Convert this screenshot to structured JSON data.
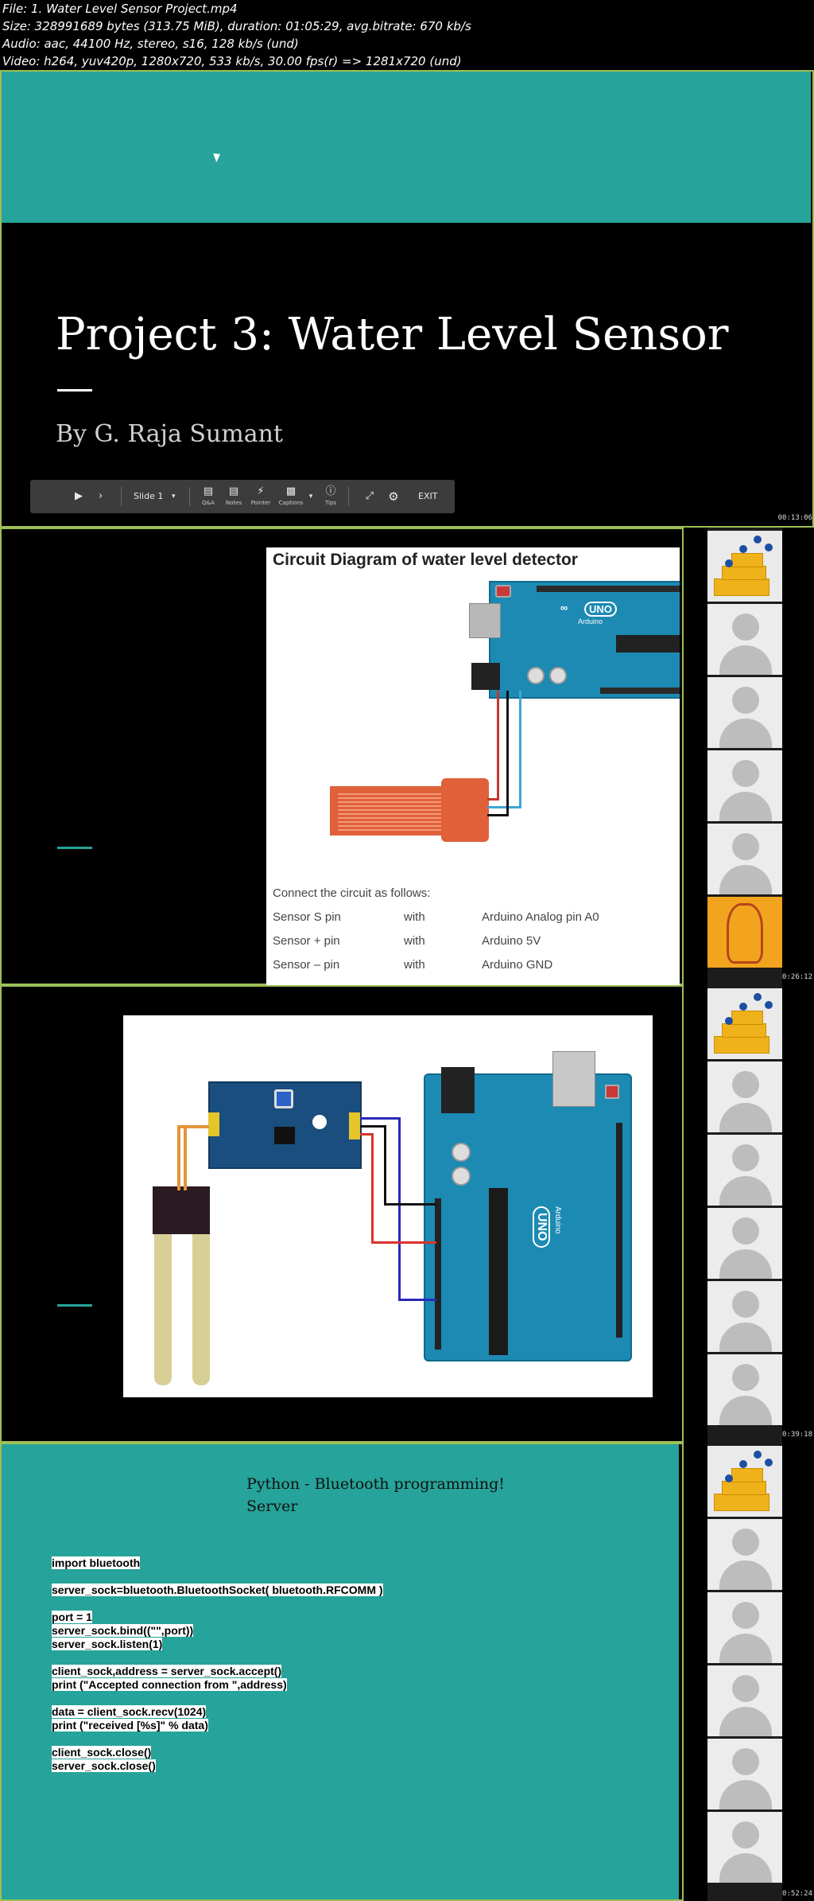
{
  "file_info": [
    "File: 1. Water Level Sensor Project.mp4",
    "Size: 328991689 bytes (313.75 MiB), duration: 01:05:29, avg.bitrate: 670 kb/s",
    "Audio: aac, 44100 Hz, stereo, s16, 128 kb/s (und)",
    "Video: h264, yuv420p, 1280x720, 533 kb/s, 30.00 fps(r) => 1281x720 (und)"
  ],
  "frames": [
    {
      "timestamp": "00:13:06",
      "slide_title": "Project 3: Water Level Sensor",
      "slide_subtitle": "By G. Raja Sumant",
      "toolbar": {
        "slide_label": "Slide 1",
        "items": [
          {
            "icon": "qa-icon",
            "label": "Q&A"
          },
          {
            "icon": "notes-icon",
            "label": "Notes"
          },
          {
            "icon": "pointer-icon",
            "label": "Pointer"
          },
          {
            "icon": "captions-icon",
            "label": "Captions"
          },
          {
            "icon": "tips-icon",
            "label": "Tips"
          }
        ],
        "exit_label": "EXIT"
      }
    },
    {
      "timestamp": "00:26:12",
      "diagram_title": "Circuit Diagram of water level detector",
      "board_label": "UNO",
      "brand_label": "Arduino",
      "connect_heading": "Connect the circuit as follows:",
      "pins": [
        {
          "sensor": "Sensor S pin",
          "with": "with",
          "target": "Arduino Analog pin A0"
        },
        {
          "sensor": "Sensor + pin",
          "with": "with",
          "target": "Arduino 5V"
        },
        {
          "sensor": "Sensor – pin",
          "with": "with",
          "target": "Arduino GND"
        }
      ]
    },
    {
      "timestamp": "00:39:18",
      "board_label": "UNO",
      "brand_label": "Arduino"
    },
    {
      "timestamp": "00:52:24",
      "title_lines": [
        "Python - Bluetooth programming!",
        "Server"
      ],
      "code_blocks": [
        [
          "import bluetooth"
        ],
        [
          "server_sock=bluetooth.BluetoothSocket( bluetooth.RFCOMM )"
        ],
        [
          "port = 1",
          "server_sock.bind((\"\",port))",
          "server_sock.listen(1)"
        ],
        [
          "client_sock,address = server_sock.accept()",
          "print (\"Accepted connection from \",address)"
        ],
        [
          "data = client_sock.recv(1024)",
          "print (\"received [%s]\" % data)"
        ],
        [
          "client_sock.close()",
          "server_sock.close()"
        ]
      ]
    }
  ],
  "colors": {
    "teal": "#26a39a",
    "frame_border": "#9dbf57",
    "board_blue": "#1c8ab3",
    "sensor_orange": "#e0603a"
  }
}
